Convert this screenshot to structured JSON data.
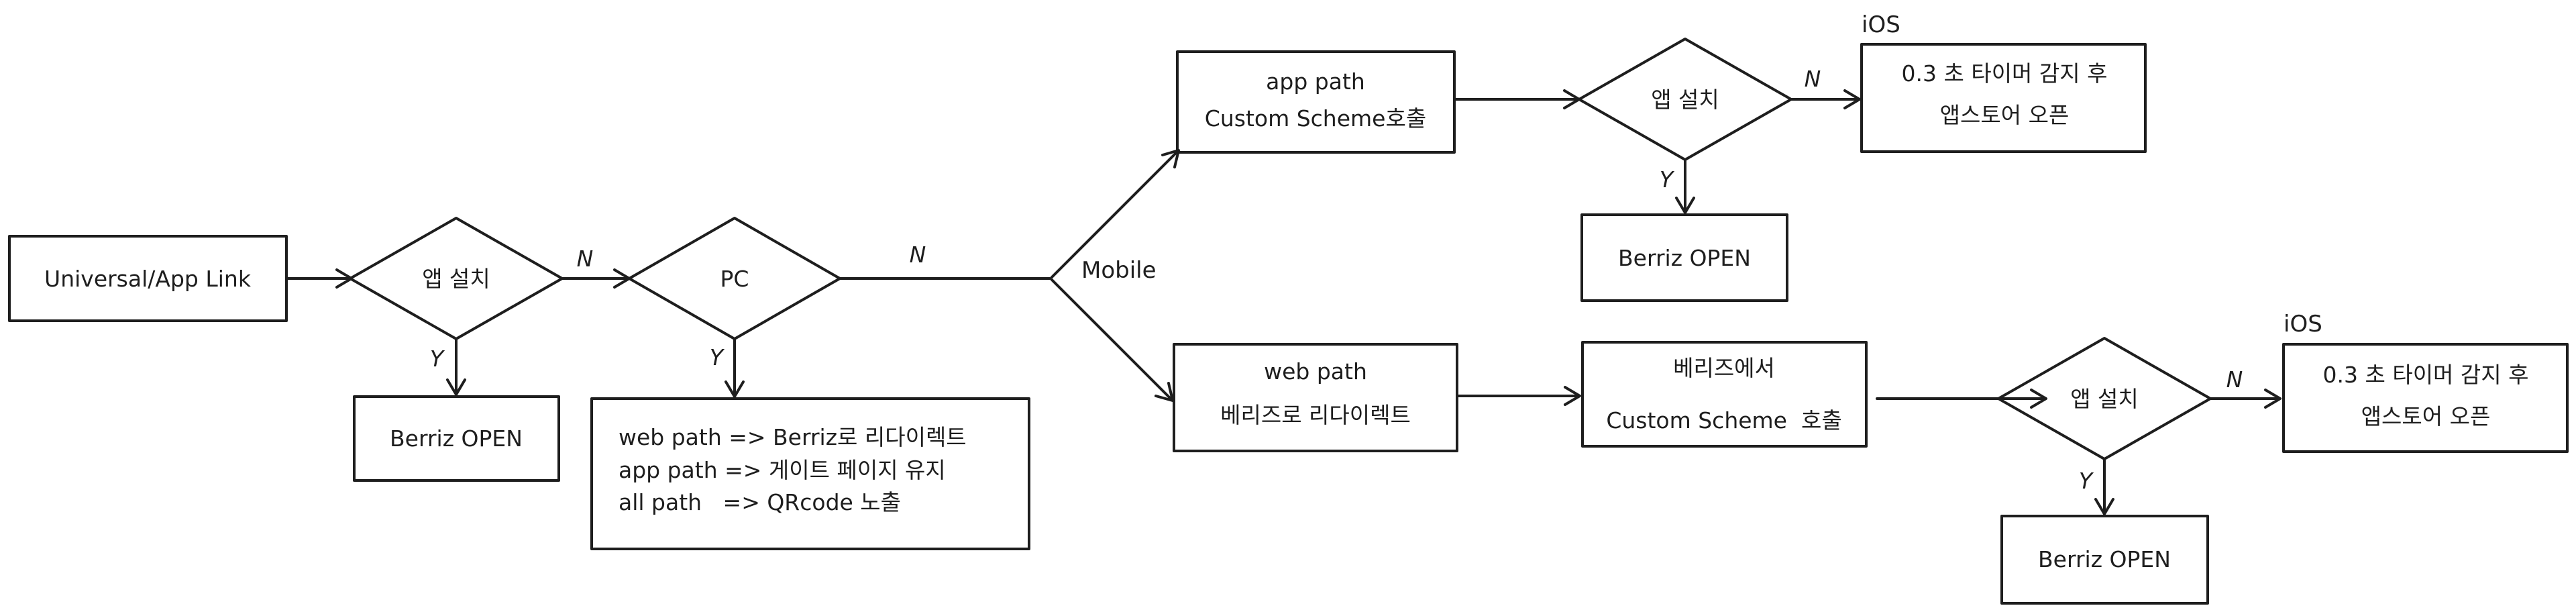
{
  "nodes": {
    "start": "Universal/App Link",
    "install_1": "앱 설치",
    "open_1": "Berriz OPEN",
    "pc": "PC",
    "pc_result": [
      "web path => Berriz로 리다이렉트",
      "app path => 게이트 페이지 유지",
      "all path   => QRcode 노출"
    ],
    "app_path": [
      "app path",
      "Custom Scheme호출"
    ],
    "install_2": "앱 설치",
    "store_1": [
      "0.3 초 타이머 감지 후",
      "앱스토어 오픈"
    ],
    "open_2": "Berriz OPEN",
    "web_path": [
      "web path",
      "베리즈로 리다이렉트"
    ],
    "berriz_call": [
      "베리즈에서",
      "Custom Scheme  호출"
    ],
    "install_3": "앱 설치",
    "store_2": [
      "0.3 초 타이머 감지 후",
      "앱스토어 오픈"
    ],
    "open_3": "Berriz OPEN"
  },
  "labels": {
    "n1": "N",
    "y1": "Y",
    "n_pc": "N",
    "y_pc": "Y",
    "mobile": "Mobile",
    "n2": "N",
    "y2": "Y",
    "ios_1": "iOS",
    "n3": "N",
    "y3": "Y",
    "ios_2": "iOS"
  }
}
